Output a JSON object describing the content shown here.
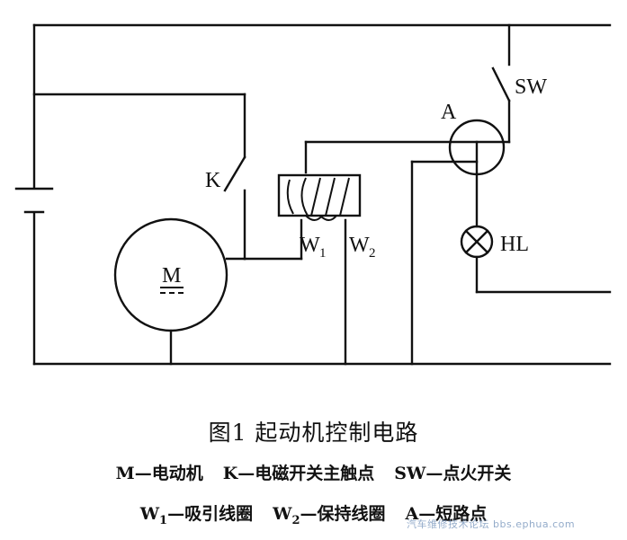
{
  "figure": {
    "labels": {
      "motor": "M",
      "switch_k": "K",
      "switch_sw": "SW",
      "point_a": "A",
      "lamp": "HL",
      "coil_w1": "W",
      "coil_w1_sub": "1",
      "coil_w2": "W",
      "coil_w2_sub": "2"
    },
    "caption": {
      "title": "图1  起动机控制电路",
      "legend": {
        "m_key": "M",
        "m_desc": "—电动机",
        "k_key": "K",
        "k_desc": "—电磁开关主触点",
        "sw_key": "SW",
        "sw_desc": "—点火开关",
        "w1_key": "W",
        "w1_sub": "1",
        "w1_desc": "—吸引线圈",
        "w2_key": "W",
        "w2_sub": "2",
        "w2_desc": "—保持线圈",
        "a_key": "A",
        "a_desc": "—短路点"
      }
    },
    "watermark": "汽车维修技术论坛 bbs.ephua.com"
  }
}
